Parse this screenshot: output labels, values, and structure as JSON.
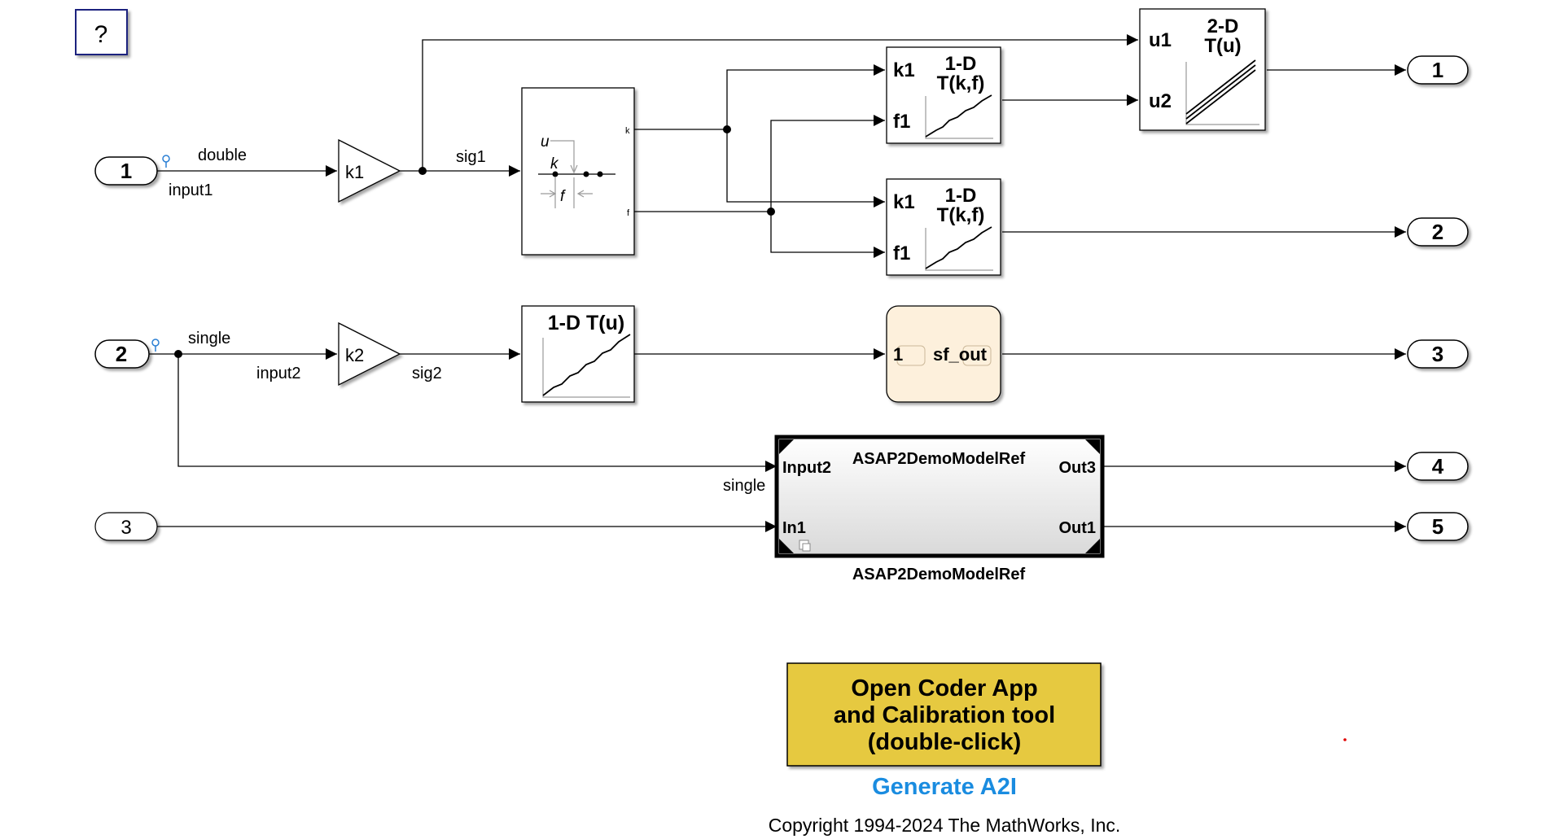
{
  "help_button": {
    "label": "?"
  },
  "inports": [
    {
      "label": "1",
      "signal_type": "double",
      "signal_name": "input1"
    },
    {
      "label": "2",
      "signal_type": "single",
      "signal_name": "input2"
    },
    {
      "label": "3"
    }
  ],
  "outports": [
    "1",
    "2",
    "3",
    "4",
    "5"
  ],
  "gains": [
    {
      "label": "k1",
      "output_signal": "sig1"
    },
    {
      "label": "k2",
      "output_signal": "sig2"
    }
  ],
  "prelookup": {
    "input_label": "u",
    "param_k": "k",
    "param_f": "f",
    "port_k": "k",
    "port_f": "f"
  },
  "lookup_2d": {
    "title_line1": "1-D",
    "title_line2": "T(k,f)",
    "port_k": "k1",
    "port_f": "f1"
  },
  "lookup_2d_b": {
    "title_line1": "1-D",
    "title_line2": "T(k,f)",
    "port_k": "k1",
    "port_f": "f1"
  },
  "lookup_uu": {
    "title_line1": "2-D",
    "title_line2": "T(u)",
    "port_u1": "u1",
    "port_u2": "u2"
  },
  "lookup_1d": {
    "title": "1-D T(u)"
  },
  "stateflow": {
    "port_in": "1",
    "port_out": "sf_out"
  },
  "model_ref": {
    "title": "ASAP2DemoModelRef",
    "caption": "ASAP2DemoModelRef",
    "in_ports": [
      "Input2",
      "In1"
    ],
    "out_ports": [
      "Out3",
      "Out1"
    ],
    "input_signal_type": "single"
  },
  "open_coder_button": {
    "line1": "Open Coder App",
    "line2": "and Calibration tool",
    "line3": "(double-click)"
  },
  "generate_link": "Generate A2I",
  "copyright": "Copyright 1994-2024 The MathWorks, Inc.",
  "colors": {
    "button_fill": "#e6c940",
    "link": "#1a8ce0",
    "stateflow_fill": "#fdf0dc",
    "help_border": "#1a237e"
  }
}
